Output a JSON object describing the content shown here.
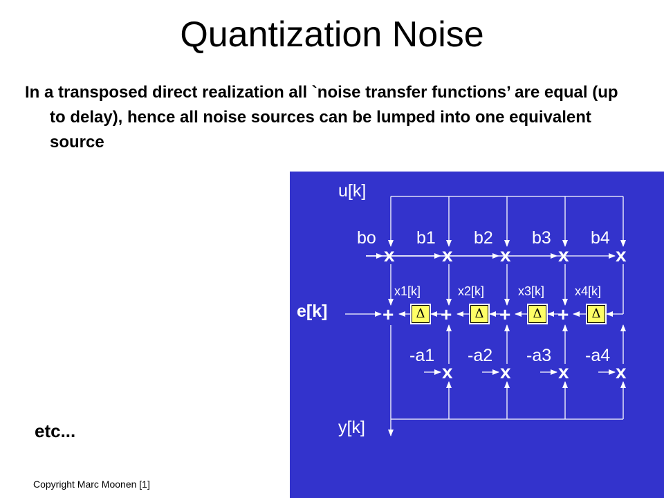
{
  "slide": {
    "title": "Quantization Noise",
    "bullet": "In a transposed direct realization all `noise transfer functions’ are equal (up to delay), hence all noise sources can be lumped into one equivalent source",
    "etc": "etc...",
    "copyright": "Copyright Marc Moonen [1]"
  },
  "diagram": {
    "background_color": "#3333cc",
    "delay_color": "#ffff66",
    "input_label": "u[k]",
    "output_label": "y[k]",
    "noise_label": "e[k]",
    "b_coefficients": [
      "bo",
      "b1",
      "b2",
      "b3",
      "b4"
    ],
    "a_coefficients": [
      "-a1",
      "-a2",
      "-a3",
      "-a4"
    ],
    "states": [
      "x1[k]",
      "x2[k]",
      "x3[k]",
      "x4[k]"
    ],
    "multiplier_symbol": "x",
    "adder_symbol": "+",
    "delay_symbol": "Δ"
  }
}
